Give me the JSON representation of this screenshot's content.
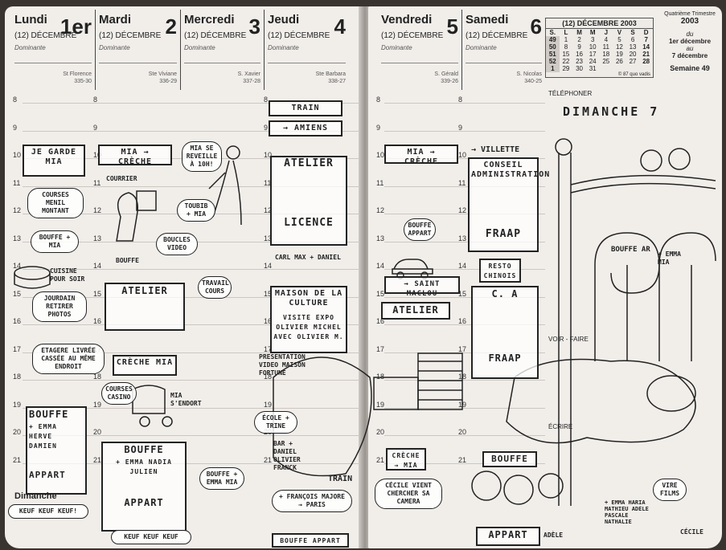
{
  "header": {
    "quarter_label": "Quatrième Trimestre",
    "year": "2003",
    "range_du": "du",
    "range_start": "1er décembre",
    "range_au": "au",
    "range_end": "7 décembre",
    "week": "Semaine 49"
  },
  "mini_calendar": {
    "title": "(12) DÉCEMBRE 2003",
    "weekdays": [
      "S.",
      "L",
      "M",
      "M",
      "J",
      "V",
      "S",
      "D"
    ],
    "rows": [
      [
        "49",
        "1",
        "2",
        "3",
        "4",
        "5",
        "6",
        "7"
      ],
      [
        "50",
        "8",
        "9",
        "10",
        "11",
        "12",
        "13",
        "14"
      ],
      [
        "51",
        "15",
        "16",
        "17",
        "18",
        "19",
        "20",
        "21"
      ],
      [
        "52",
        "22",
        "23",
        "24",
        "25",
        "26",
        "27",
        "28"
      ],
      [
        "1",
        "29",
        "30",
        "31",
        "",
        "",
        "",
        ""
      ]
    ],
    "copyright": "© 87 quo vadis"
  },
  "days": [
    {
      "name": "Lundi",
      "num": "1er",
      "month": "(12) DÉCEMBRE",
      "dominante": "Dominante",
      "saint": "St Florence",
      "code": "335-30"
    },
    {
      "name": "Mardi",
      "num": "2",
      "month": "(12) DÉCEMBRE",
      "dominante": "Dominante",
      "saint": "Ste Viviane",
      "code": "336-29"
    },
    {
      "name": "Mercredi",
      "num": "3",
      "month": "(12) DÉCEMBRE",
      "dominante": "Dominante",
      "saint": "S. Xavier",
      "code": "337-28"
    },
    {
      "name": "Jeudi",
      "num": "4",
      "month": "(12) DÉCEMBRE",
      "dominante": "Dominante",
      "saint": "Ste Barbara",
      "code": "338-27"
    },
    {
      "name": "Vendredi",
      "num": "5",
      "month": "(12) DÉCEMBRE",
      "dominante": "Dominante",
      "saint": "S. Gérald",
      "code": "339-26"
    },
    {
      "name": "Samedi",
      "num": "6",
      "month": "(12) DÉCEMBRE",
      "dominante": "Dominante",
      "saint": "S. Nicolas",
      "code": "340-25"
    }
  ],
  "hours": [
    "8",
    "9",
    "10",
    "11",
    "12",
    "13",
    "14",
    "15",
    "16",
    "17",
    "18",
    "19",
    "20",
    "21"
  ],
  "right_labels": {
    "telephoner": "TÉLÉPHONER",
    "voir_faire": "VOIR - FAIRE",
    "ecrire": "ÉCRIRE",
    "dimanche_small": "Dimanche"
  },
  "notes": {
    "lundi": {
      "je_garde": "JE GARDE MIA",
      "courses": "COURSES MENIL MONTANT",
      "bouffe1": "BOUFFE + MIA",
      "cuisine": "CUISINE POUR SOIR",
      "jourdain": "JOURDAIN RETIRER PHOTOS",
      "etagere": "ETAGERE LIVRÉE CASSÉE AU MÊME ENDROIT",
      "bouffe2": "BOUFFE",
      "bouffe2_who": "+ EMMA HERVE DAMIEN",
      "appart": "APPART",
      "keuf": "KEUF KEUF KEUF!"
    },
    "mardi": {
      "mia_creche": "MIA → CRÈCHE",
      "courrier": "COURRIER",
      "bouffe": "BOUFFE",
      "atelier": "ATELIER",
      "creche_mia": "CRÈCHE MIA",
      "courses_casino": "COURSES CASINO",
      "bouffe2": "BOUFFE",
      "bouffe2_who": "+ EMMA NADIA JULIEN",
      "appart": "APPART",
      "keuf": "KEUF KEUF KEUF"
    },
    "mercredi": {
      "mia_reveille": "MIA SE REVEILLE À 10H!",
      "toubib": "TOUBIB + MIA",
      "boucles": "BOUCLES VIDEO",
      "travail": "TRAVAIL COURS",
      "mia_endort": "MIA S'ENDORT",
      "bouffe": "BOUFFE + EMMA MIA"
    },
    "jeudi": {
      "train": "TRAIN",
      "amiens": "→ AMIENS",
      "atelier": "ATELIER",
      "licence": "LICENCE",
      "carl_max": "CARL MAX + DANIEL",
      "maison": "MAISON DE LA CULTURE",
      "visite": "VISITE EXPO OLIVIER MICHEL AVEC OLIVIER M.",
      "presentation": "PRESENTATION VIDEO MAISON FORTUNE",
      "ecole": "ÉCOLE + TRINE",
      "bar": "BAR + DANIEL OLIVIER FRANCK",
      "train2": "TRAIN",
      "paris": "+ FRANÇOIS MAJORE → PARIS",
      "bouffe_appart": "BOUFFE APPART"
    },
    "vendredi": {
      "mia_creche": "MIA → CRÈCHE",
      "bouffe": "BOUFFE APPART",
      "saint_maclou": "→ SAINT MACLOU",
      "atelier": "ATELIER",
      "creche_mia": "CRÈCHE → MIA",
      "cecile": "CÉCILE VIENT CHERCHER SA CAMERA"
    },
    "samedi": {
      "villette": "→ VILLETTE",
      "conseil": "CONSEIL ADMINISTRATION",
      "fraap1": "FRAAP",
      "resto": "RESTO CHINOIS",
      "ca": "C. A",
      "fraap2": "FRAAP",
      "bouffe": "BOUFFE",
      "appart": "APPART"
    },
    "dimanche": {
      "title": "DIMANCHE 7",
      "bouffe_ar": "BOUFFE AR",
      "emma": "+ EMMA MIA",
      "vire": "VIRE FILMS",
      "emma_who": "+ EMMA HARIA MATHIEU ADELE PASCALE NATHALIE",
      "adele": "ADÈLE",
      "cecile": "CÉCILE"
    }
  },
  "colors": {
    "paper": "#f1eeea",
    "ink": "#222222",
    "background": "#3a3431"
  }
}
